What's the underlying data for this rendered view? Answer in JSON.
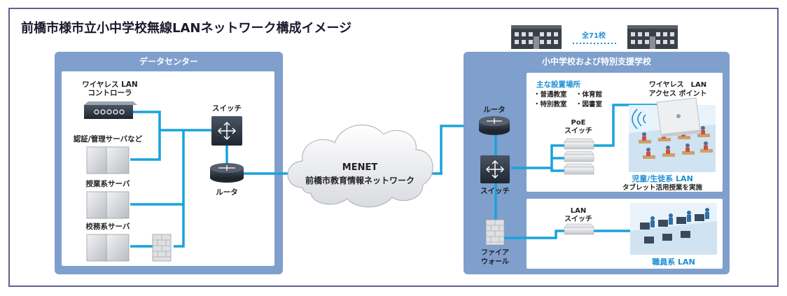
{
  "title": "前橋市様市立小中学校無線LANネットワーク構成イメージ",
  "datacenter": {
    "label": "データセンター",
    "wlc_line1": "ワイヤレス LAN",
    "wlc_line2": "コントローラ",
    "auth_server": "認証/管理サーバなど",
    "class_server": "授業系サーバ",
    "admin_server": "校務系サーバ",
    "switch": "スイッチ",
    "router": "ルータ"
  },
  "cloud": {
    "line1": "MENET",
    "line2": "前橋市教育情報ネットワーク"
  },
  "schools": {
    "count_label": "全71校",
    "panel_label": "小中学校および特別支援学校",
    "router": "ルータ",
    "switch": "スイッチ",
    "firewall_line1": "ファイア",
    "firewall_line2": "ウォール",
    "locations_title": "主な設置場所",
    "locations": [
      "・普通教室",
      "・体育館",
      "・特別教室",
      "・図書室"
    ],
    "poe_line1": "PoE",
    "poe_line2": "スイッチ",
    "ap_line1": "ワイヤレス　LAN",
    "ap_line2": "アクセス ポイント",
    "student_lan": "児童/生徒系 LAN",
    "tablet_note": "タブレット活用授業を実施",
    "lan_line1": "LAN",
    "lan_line2": "スイッチ",
    "staff_lan": "職員系 LAN"
  },
  "colors": {
    "panel": "#7f9fcc",
    "accent_blue": "#1e8fd6",
    "link": "#19a3dc",
    "dark_device": "#2a3340",
    "frame": "#2b2d6e"
  },
  "icons": [
    "wlc-icon",
    "server-icon",
    "firewall-icon",
    "switch-icon",
    "router-icon",
    "cloud-icon",
    "school-building-icon",
    "access-point-icon"
  ]
}
